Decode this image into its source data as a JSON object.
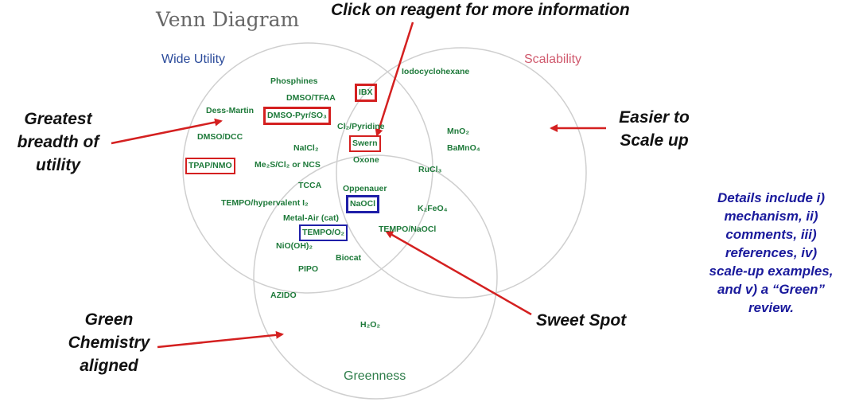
{
  "title": "Venn Diagram",
  "instruction": "Click on reagent for more information",
  "circles": {
    "wide_utility": {
      "label": "Wide Utility",
      "color": "#2a4a9a"
    },
    "scalability": {
      "label": "Scalability",
      "color": "#d05a6e"
    },
    "greenness": {
      "label": "Greenness",
      "color": "#2e7d4a"
    }
  },
  "annotations": {
    "greatest_breadth": [
      "Greatest",
      "breadth of",
      "utility"
    ],
    "easier_scale": [
      "Easier to",
      "Scale up"
    ],
    "green_chemistry": [
      "Green",
      "Chemistry",
      "aligned"
    ],
    "sweet_spot": "Sweet Spot",
    "details": [
      "Details include i)",
      "mechanism, ii)",
      "comments, iii)",
      "references, iv)",
      "scale-up examples,",
      "and v) a “Green”",
      "review."
    ]
  },
  "reagents": {
    "phosphines": "Phosphines",
    "dmso_tfaa": "DMSO/TFAA",
    "ibx": "IBX",
    "iodocyclohexane": "Iodocyclohexane",
    "dess_martin": "Dess-Martin",
    "dmso_pyr_so3": "DMSO-Pyr/SO₃",
    "cl2_pyridine": "Cl₂/Pyridine",
    "mno2": "MnO₂",
    "bamno4": "BaMnO₄",
    "dmso_dcc": "DMSO/DCC",
    "swern": "Swern",
    "nacl2": "NaICl₂",
    "oxone": "Oxone",
    "tpap_nmo": "TPAP/NMO",
    "me2s_cl2_ncs": "Me₂S/Cl₂ or NCS",
    "rucl3": "RuCl₃",
    "tcca": "TCCA",
    "oppenauer": "Oppenauer",
    "naocl": "NaOCl",
    "tempo_hypervalent": "TEMPO/hypervalent I₂",
    "k2feo4": "K₂FeO₄",
    "metal_air": "Metal-Air (cat)",
    "tempo_o2": "TEMPO/O₂",
    "tempo_naocl": "TEMPO/NaOCl",
    "nio_oh2": "NiO(OH)₂",
    "biocat": "Biocat",
    "pipo": "PIPO",
    "azido": "AZIDO",
    "h2o2": "H₂O₂"
  },
  "colors": {
    "reagent_text": "#1e7a3a",
    "highlight_red": "#d42020",
    "highlight_blue": "#1f1fa8",
    "arrow": "#d42020",
    "circle_stroke": "#cfcfcf"
  }
}
